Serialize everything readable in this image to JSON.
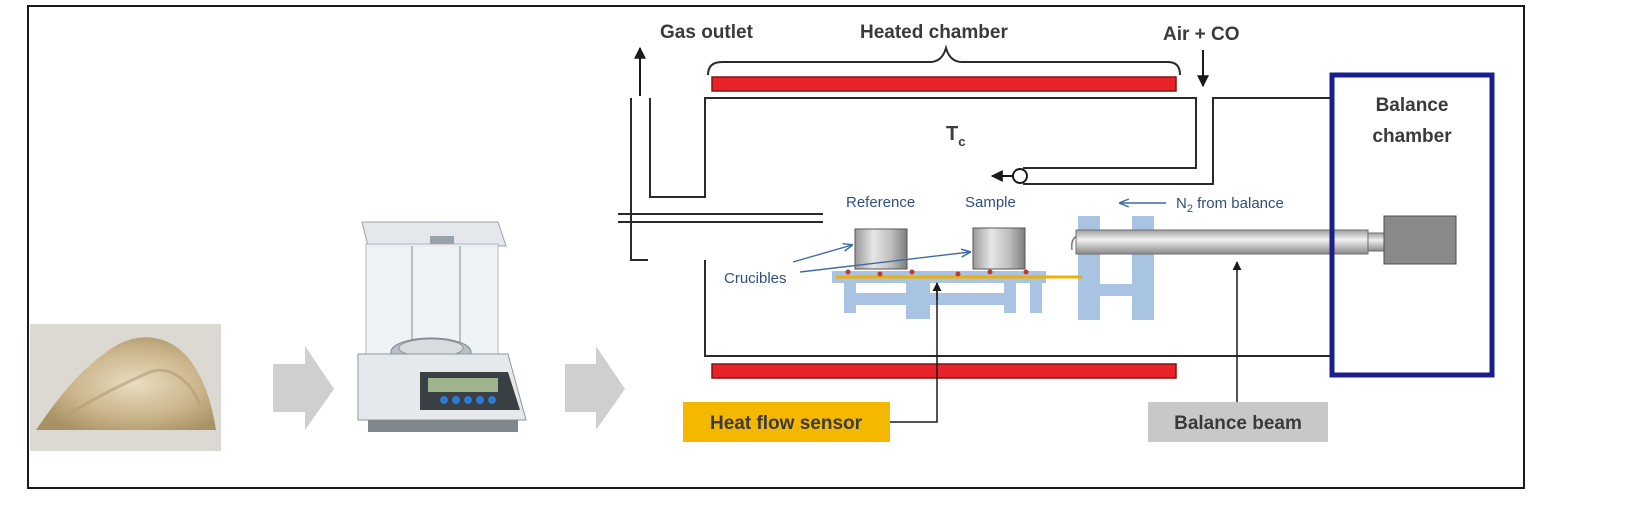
{
  "labels": {
    "gas_outlet": "Gas outlet",
    "heated_chamber": "Heated chamber",
    "air_co": "Air + CO",
    "tc_main": "T",
    "tc_sub": "c",
    "balance_chamber_l1": "Balance",
    "balance_chamber_l2": "chamber",
    "reference": "Reference",
    "sample": "Sample",
    "n2_main": "N",
    "n2_sub": "2",
    "n2_rest": " from balance",
    "crucibles": "Crucibles",
    "heat_flow_sensor": "Heat flow sensor",
    "balance_beam": "Balance beam"
  },
  "colors": {
    "heater": "#e8242b",
    "balance_box": "#1a1f8c",
    "sensor_label_bg": "#f5b800",
    "beam_label_bg": "#c8c8c8",
    "holder": "#a9c3e3",
    "arrow_gray": "#cfcfcf"
  },
  "icons": {
    "powder": "powder-pile-icon",
    "scale": "analytical-balance-icon",
    "arrow1": "process-arrow-icon",
    "arrow2": "process-arrow-icon"
  }
}
